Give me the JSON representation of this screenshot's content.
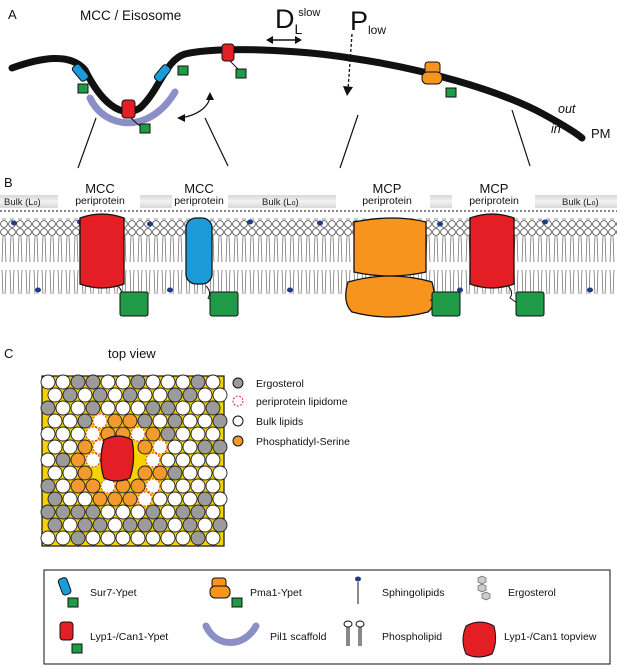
{
  "panels": {
    "a": "A",
    "b": "B",
    "c": "C"
  },
  "panel_a": {
    "title": "MCC / Eisosome",
    "d_main": "D",
    "d_sub": "L",
    "d_sup": "slow",
    "p_main": "P",
    "p_sub": "low",
    "out": "out",
    "in": "in",
    "pm": "PM"
  },
  "panel_b": {
    "bulk_main": "Bulk (L",
    "bulk_sub": "o",
    "bulk_close": ")",
    "proteins": [
      {
        "name": "MCC",
        "sub": "periprotein"
      },
      {
        "name": "MCC",
        "sub": "periprotein"
      },
      {
        "name": "MCP",
        "sub": "periprotein"
      },
      {
        "name": "MCP",
        "sub": "periprotein"
      }
    ]
  },
  "panel_c": {
    "title": "top view",
    "legend": [
      "Ergosterol",
      "periprotein lipidome",
      "Bulk lipids",
      "Phosphatidyl-Serine"
    ]
  },
  "legend": {
    "items": [
      "Sur7-Ypet",
      "Pma1-Ypet",
      "Sphingolipids",
      "Ergosterol",
      "Lyp1-/Can1-Ypet",
      "Pil1 scaffold",
      "Phospholipid",
      "Lyp1-/Can1 topview"
    ]
  },
  "colors": {
    "red": "#e31e24",
    "blue": "#1b9cd8",
    "orange": "#f7941d",
    "green": "#1f9a47",
    "pil1": "#8b8fc6",
    "ergosterol": "#9b9b9b",
    "ps": "#f29a2e",
    "sphingo": "#1f3c88"
  }
}
